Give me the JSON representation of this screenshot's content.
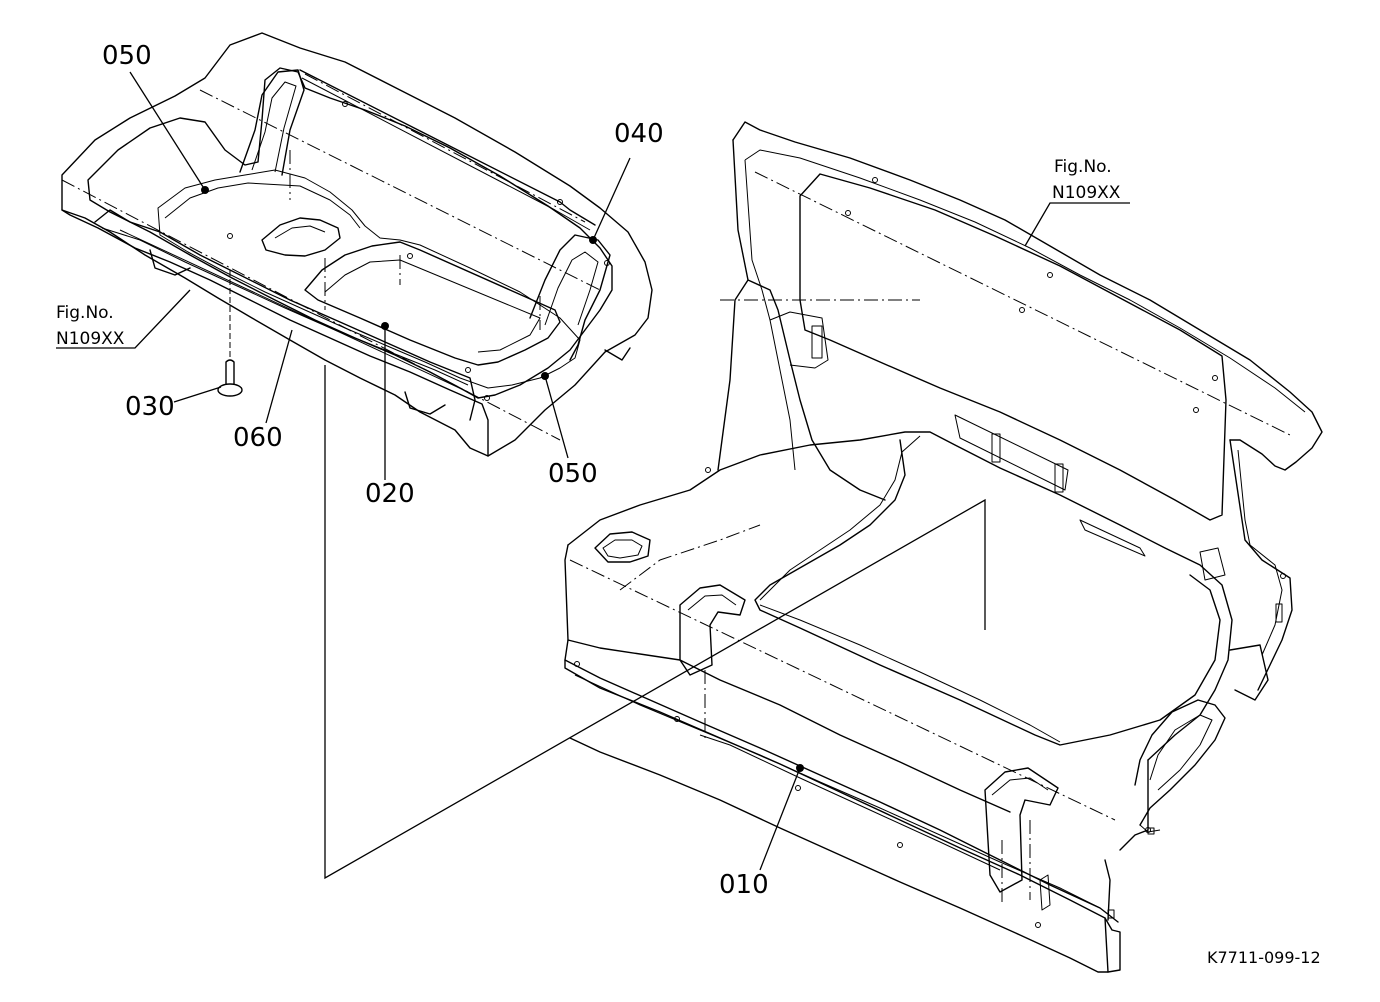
{
  "callouts": {
    "c050_top": "050",
    "c040": "040",
    "c030": "030",
    "c060": "060",
    "c020": "020",
    "c050_bottom": "050",
    "c010": "010"
  },
  "figure_refs": {
    "left": {
      "label": "Fig.No.",
      "code": "N109XX"
    },
    "right": {
      "label": "Fig.No.",
      "code": "N109XX"
    }
  },
  "document_id": "K7711-099-12"
}
